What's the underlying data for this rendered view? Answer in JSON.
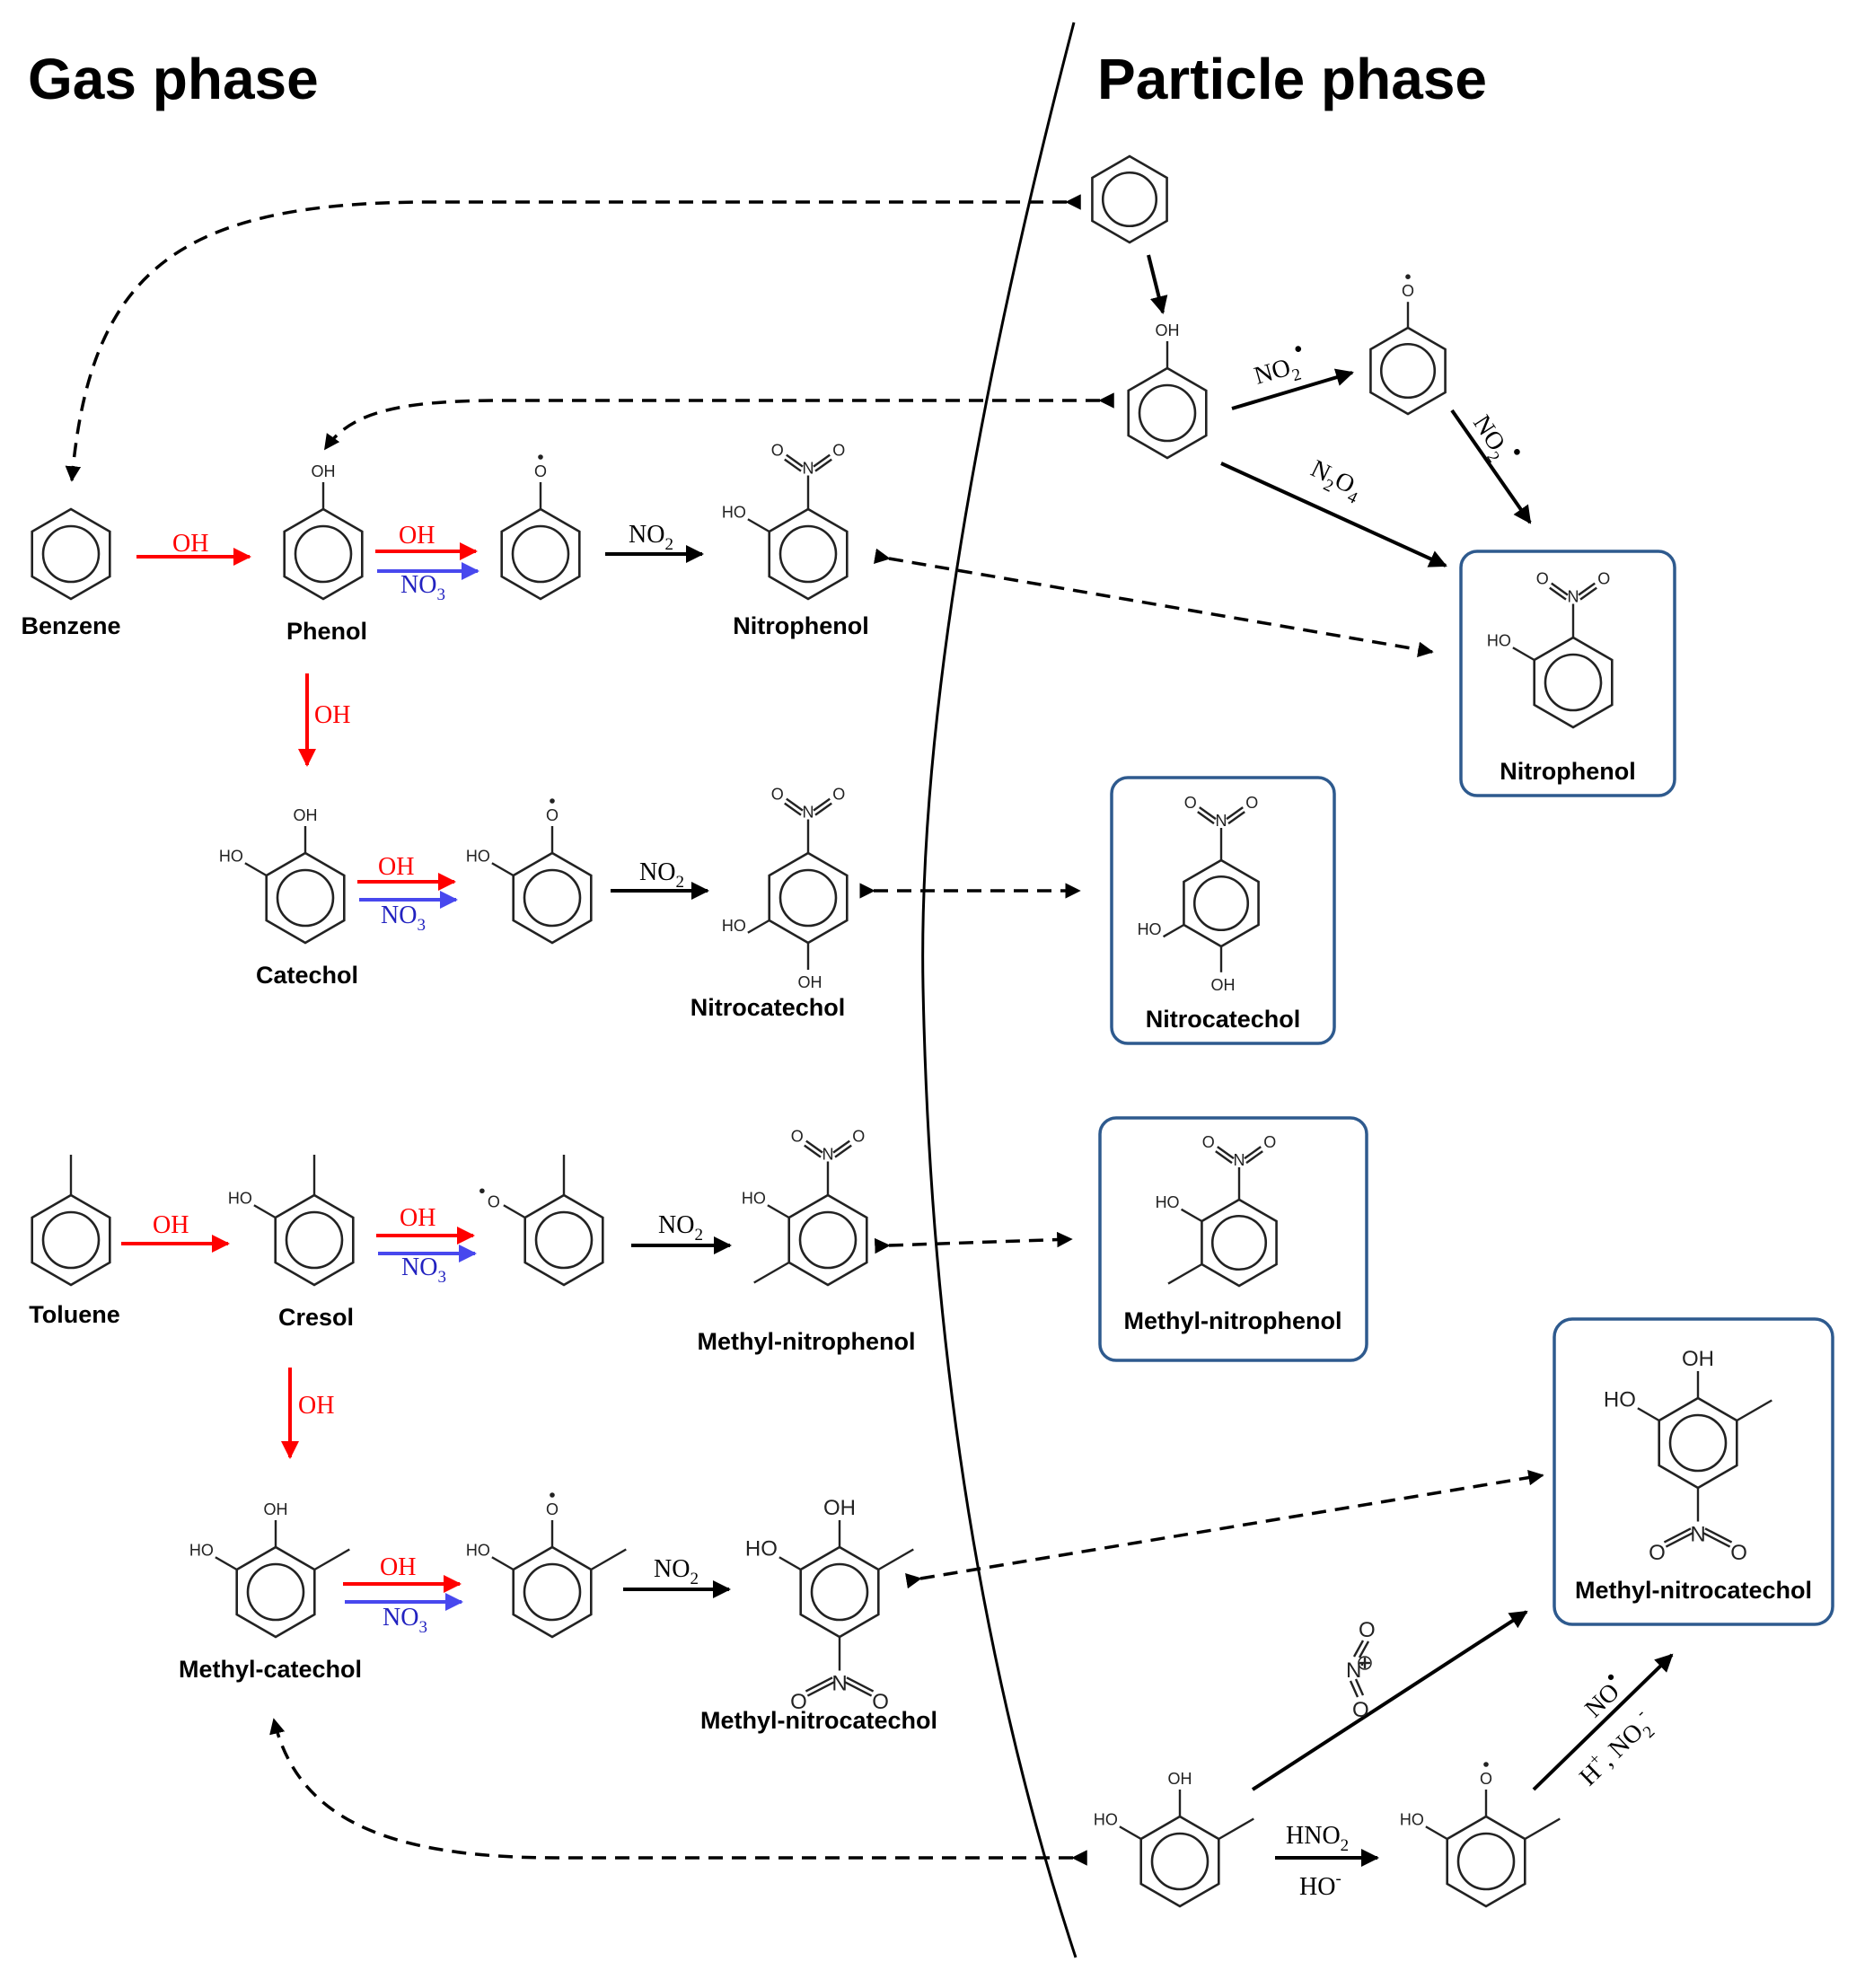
{
  "titles": {
    "gas_phase": "Gas phase",
    "particle_phase": "Particle phase"
  },
  "colors": {
    "oh_reagent": "#ff0000",
    "no3_arrow": "#4848ee",
    "no3_text": "#2222c0",
    "box_border": "#2e5a8e",
    "default": "#000000"
  },
  "gas_phase": {
    "molecules": {
      "benzene": "Benzene",
      "phenol": "Phenol",
      "nitrophenol": "Nitrophenol",
      "catechol": "Catechol",
      "nitrocatechol": "Nitrocatechol",
      "toluene": "Toluene",
      "cresol": "Cresol",
      "methyl_nitrophenol": "Methyl-nitrophenol",
      "methyl_catechol": "Methyl-catechol",
      "methyl_nitrocatechol": "Methyl-nitrocatechol"
    },
    "reagents": {
      "oh": "OH",
      "no3": "NO",
      "no3_sub": "3",
      "no2": "NO",
      "no2_sub": "2"
    }
  },
  "particle_phase": {
    "boxes": {
      "nitrophenol": "Nitrophenol",
      "nitrocatechol": "Nitrocatechol",
      "methyl_nitrophenol": "Methyl-nitrophenol",
      "methyl_nitrocatechol": "Methyl-nitrocatechol"
    },
    "reagents": {
      "no2_radical": "NO",
      "no2_radical_sub": "2",
      "n2o4_n": "N",
      "n2o4_sub1": "2",
      "n2o4_o": "O",
      "n2o4_sub2": "4",
      "hno2": "HNO",
      "hno2_sub": "2",
      "ho_minus": "HO",
      "ho_minus_sup": "-",
      "no_radical": "NO",
      "h_plus": "H",
      "h_plus_sup": "+",
      "no2_minus": ", NO",
      "no2_minus_sub": "2",
      "no2_minus_sup": "-",
      "nitronium": "NO2+"
    }
  },
  "atoms": {
    "oh": "OH",
    "ho": "HO",
    "o": "O",
    "n": "N"
  }
}
